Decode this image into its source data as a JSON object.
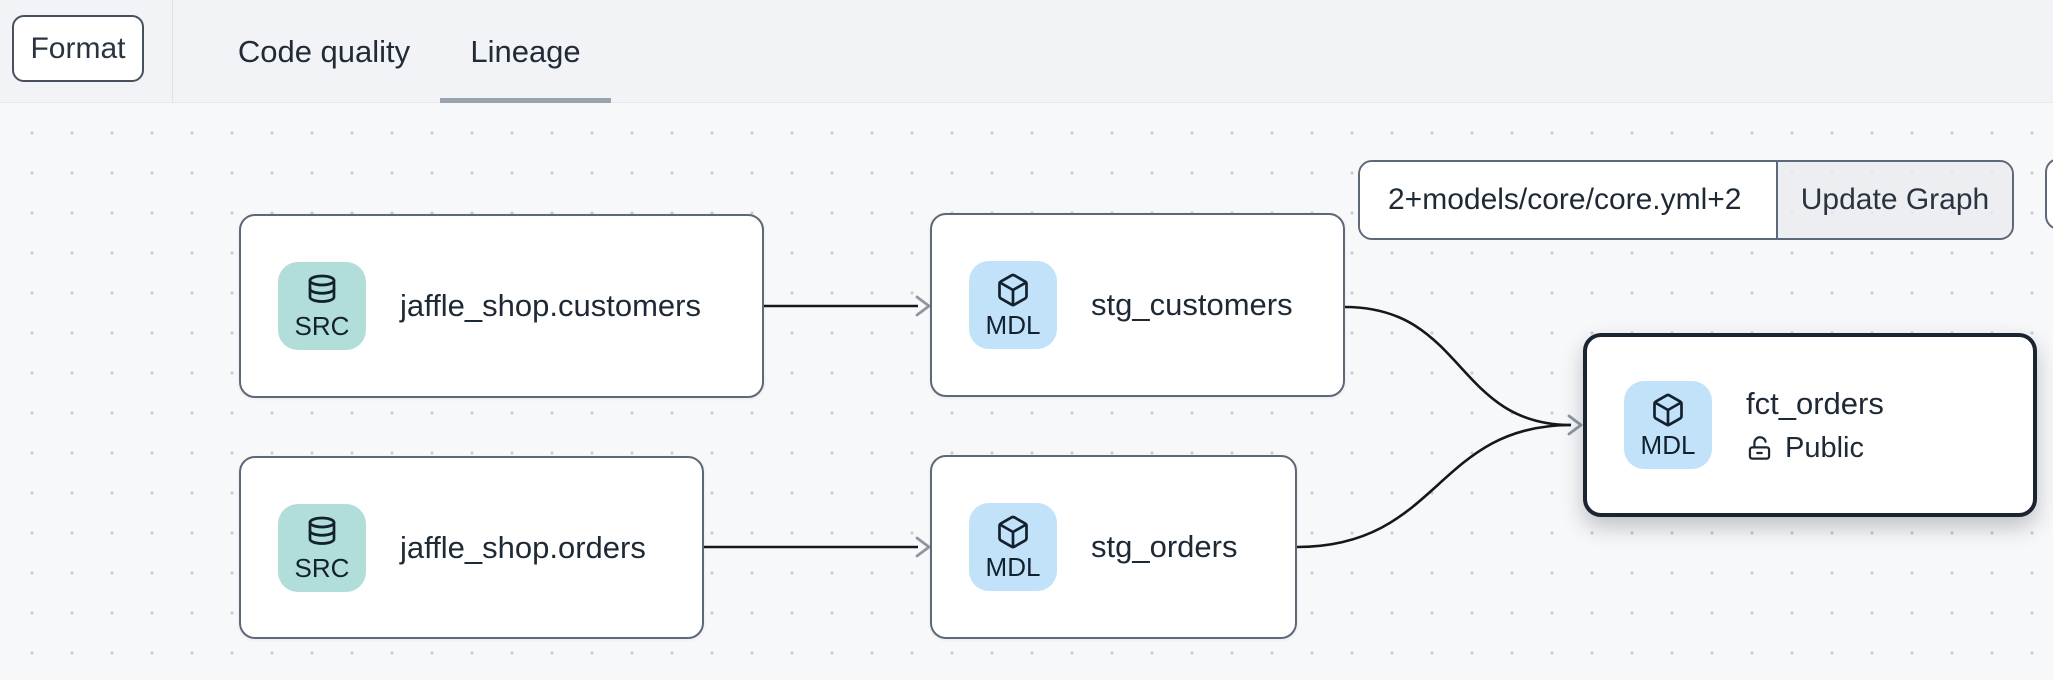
{
  "header": {
    "format_button_label": "Format",
    "tabs": [
      {
        "label": "Code quality",
        "active": false
      },
      {
        "label": "Lineage",
        "active": true
      }
    ]
  },
  "lineage_toolbar": {
    "selector_input_value": "2+models/core/core.yml+2",
    "update_graph_label": "Update Graph"
  },
  "graph": {
    "nodes": [
      {
        "id": "jaffle_shop.customers",
        "label": "jaffle_shop.customers",
        "badge": "SRC",
        "icon": "database-icon",
        "badge_color": "#b2ded9",
        "selected": false
      },
      {
        "id": "stg_customers",
        "label": "stg_customers",
        "badge": "MDL",
        "icon": "cube-icon",
        "badge_color": "#c2e2fa",
        "selected": false
      },
      {
        "id": "jaffle_shop.orders",
        "label": "jaffle_shop.orders",
        "badge": "SRC",
        "icon": "database-icon",
        "badge_color": "#b2ded9",
        "selected": false
      },
      {
        "id": "stg_orders",
        "label": "stg_orders",
        "badge": "MDL",
        "icon": "cube-icon",
        "badge_color": "#c2e2fa",
        "selected": false
      },
      {
        "id": "fct_orders",
        "label": "fct_orders",
        "badge": "MDL",
        "icon": "cube-icon",
        "badge_color": "#c2e2fa",
        "selected": true,
        "access_label": "Public",
        "access_icon": "lock-open-icon"
      }
    ],
    "edges": [
      {
        "from": "jaffle_shop.customers",
        "to": "stg_customers"
      },
      {
        "from": "jaffle_shop.orders",
        "to": "stg_orders"
      },
      {
        "from": "stg_customers",
        "to": "fct_orders"
      },
      {
        "from": "stg_orders",
        "to": "fct_orders"
      }
    ]
  },
  "colors": {
    "header_bg": "#f2f3f6",
    "canvas_bg": "#f7f8fa",
    "canvas_dots": "#c7cdd6",
    "text": "#1e2936",
    "node_border": "#5d6878",
    "selected_node_border": "#1b2531",
    "source_badge": "#b2ded9",
    "model_badge": "#c2e2fa",
    "active_tab_underline": "#99a2af",
    "edge_line": "#14171c",
    "arrowhead": "#8f96a1"
  }
}
